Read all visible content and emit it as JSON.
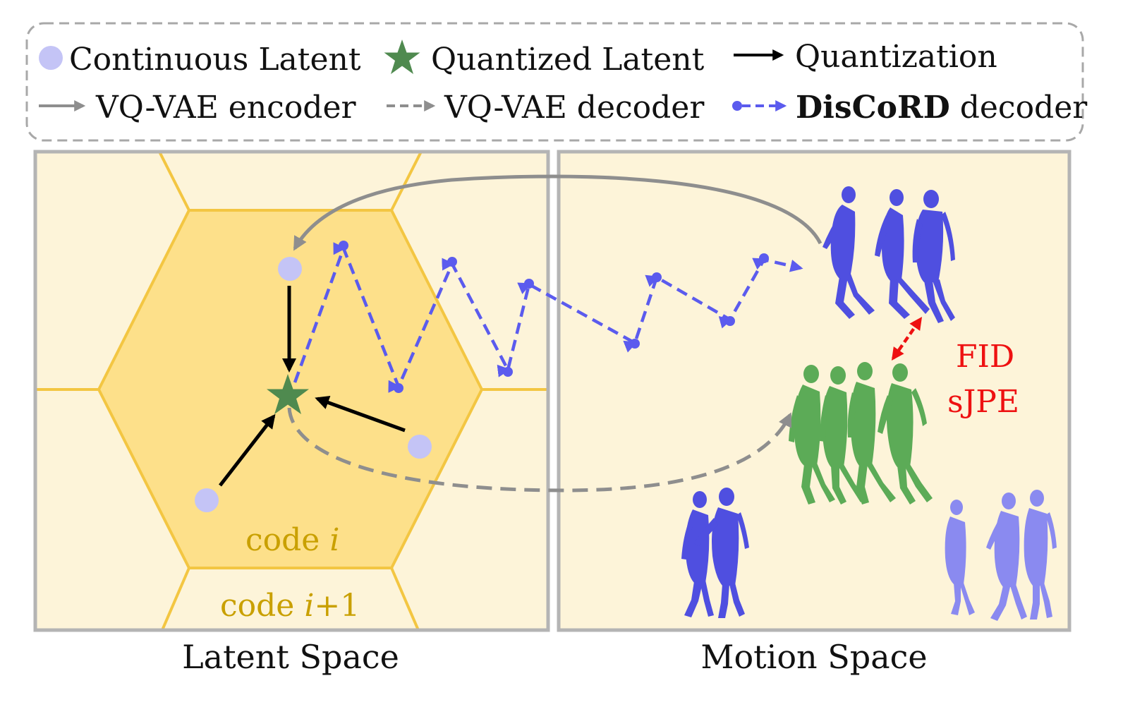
{
  "legend": {
    "continuous_latent": "Continuous Latent",
    "quantized_latent": "Quantized Latent",
    "quantization": "Quantization",
    "vqvae_encoder": "VQ-VAE encoder",
    "vqvae_decoder": "VQ-VAE decoder",
    "discord_name": "DisCoRD",
    "discord_suffix": " decoder"
  },
  "latent_panel": {
    "code_i_prefix": "code ",
    "code_i_var": "i",
    "code_i1_prefix": "code ",
    "code_i1_var": "i",
    "code_i1_suffix": "+1",
    "caption": "Latent Space"
  },
  "motion_panel": {
    "metric1": "FID",
    "metric2": "sJPE",
    "caption": "Motion Space"
  },
  "colors": {
    "panel_bg": "#fdf4d9",
    "hex_fill": "#fde08a",
    "hex_stroke": "#f3c642",
    "latent_dot": "#c4c4f6",
    "star": "#4f8a4f",
    "discord_blue": "#5b5bee",
    "grey_arrow": "#8e8e8e",
    "metric_red": "#ee1111",
    "code_text": "#c9a000",
    "body_blue": "#4f4fe0",
    "body_green": "#5cab57",
    "body_lightblue": "#8a8af0"
  }
}
